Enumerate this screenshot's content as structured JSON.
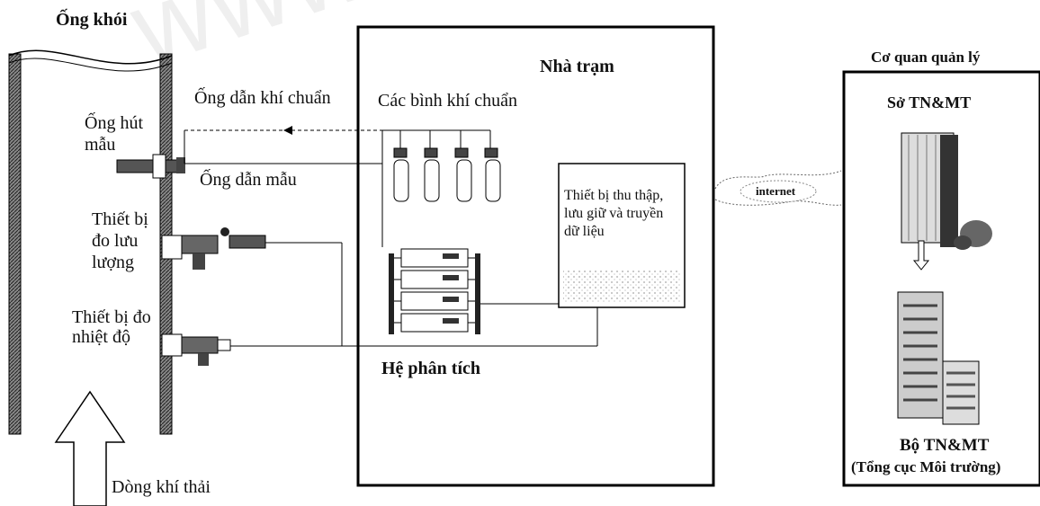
{
  "watermark": "www.LuatVietnam",
  "stack": {
    "title": "Ống khói"
  },
  "labels": {
    "ong_hut_mau": "Ống hút mẫu",
    "ong_dan_khi_chuan": "Ống dẫn khí chuẩn",
    "ong_dan_mau": "Ống dẫn mẫu",
    "thiet_bi_do_luu_luong": "Thiết bị đo lưu lượng",
    "thiet_bi_do_nhiet_do": "Thiết bị đo nhiệt độ",
    "dong_khi_thai": "Dòng khí thải"
  },
  "station": {
    "title": "Nhà trạm",
    "gas_cylinders": "Các bình khí chuẩn",
    "analyzer": "Hệ phân tích",
    "data_logger": "Thiết bị thu thập, lưu giữ và truyền dữ liệu"
  },
  "link": {
    "internet": "internet"
  },
  "authority": {
    "title": "Cơ quan quản lý",
    "dept": "Sở TN&MT",
    "ministry": "Bộ TN&MT",
    "ministry_sub": "(Tổng cục Môi trường)"
  }
}
